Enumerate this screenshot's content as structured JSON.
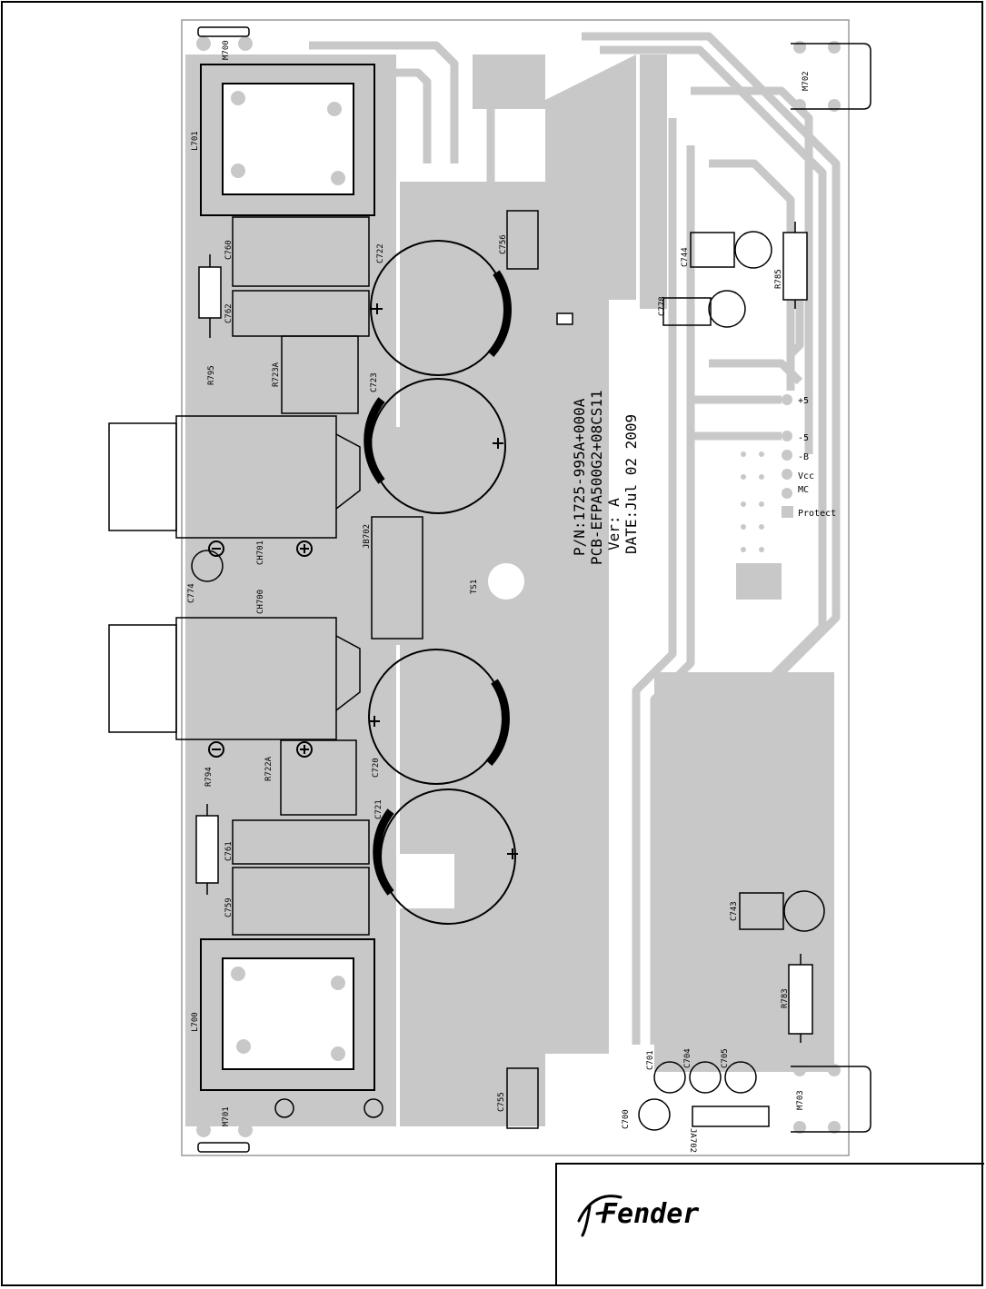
{
  "colors": {
    "copper": "#c8c8c8",
    "silk": "#000000",
    "paper": "#ffffff",
    "pad": "#b4b4b4"
  },
  "pcb_info": {
    "part_number": "P/N:1725-995A+000A",
    "pcb": "PCB-EFPA500G2+08CS11",
    "version": "Ver: A",
    "date": "DATE:Jul 02 2009"
  },
  "connector_labels": {
    "plus5": "+5",
    "minus5": "-5",
    "minus_b": "-B",
    "vcc": "Vcc",
    "mc": "MC",
    "protect": "Protect"
  },
  "components": {
    "m700": "M700",
    "m701": "M701",
    "m702": "M702",
    "m703": "M703",
    "l701": "L701",
    "l700": "L700",
    "c760": "C760",
    "c762": "C762",
    "c761": "C761",
    "c759": "C759",
    "r795": "R795",
    "r794": "R794",
    "r723a": "R723A",
    "r722a": "R722A",
    "c722": "C722",
    "c723": "C723",
    "c720": "C720",
    "c721": "C721",
    "c756": "C756",
    "c755": "C755",
    "jb702": "JB702",
    "ts1": "TS1",
    "ch701": "CH701",
    "ch700": "CH700",
    "c774": "C774",
    "c744": "C744",
    "c778": "C778",
    "r785": "R785",
    "c743": "C743",
    "r783": "R783",
    "c701": "C701",
    "c704": "C704",
    "c705": "C705",
    "c700": "C700",
    "ja702": "JA702"
  },
  "logo": {
    "brand": "Fender"
  }
}
